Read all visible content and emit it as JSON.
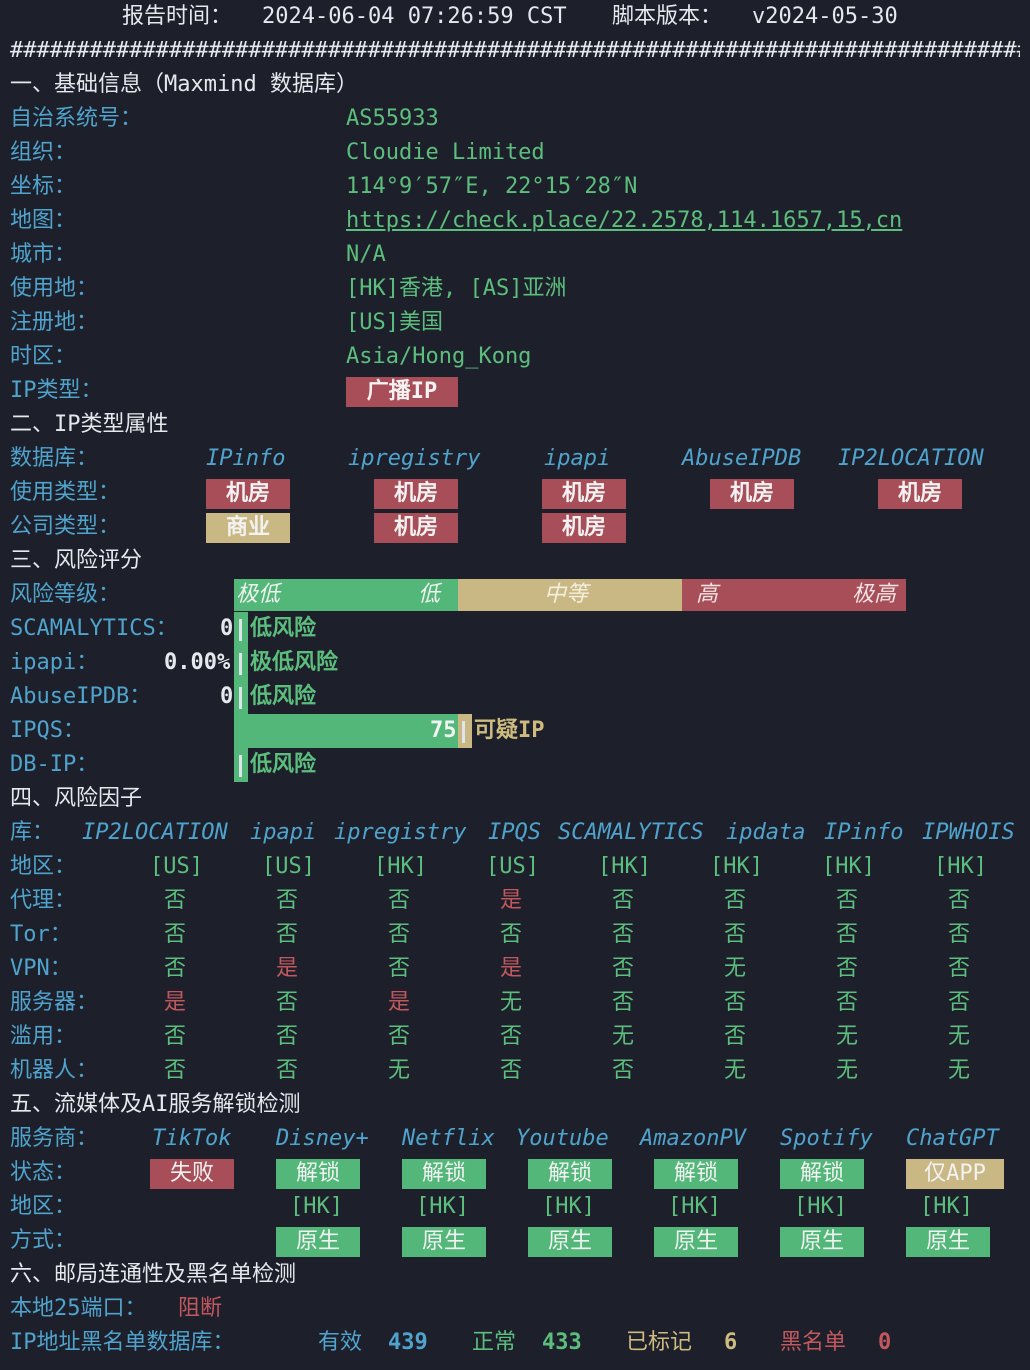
{
  "header": {
    "report_time_label": "报告时间：",
    "report_time": "2024-06-04 07:26:59 CST",
    "script_version_label": "脚本版本：",
    "script_version": "v2024-05-30",
    "separator": "#################################################################################################"
  },
  "basic": {
    "title": "一、基础信息（Maxmind 数据库）",
    "rows": [
      {
        "label": "自治系统号：",
        "value": "AS55933"
      },
      {
        "label": "组织：",
        "value": "Cloudie Limited"
      },
      {
        "label": "坐标：",
        "value": "114°9′57″E, 22°15′28″N"
      },
      {
        "label": "地图：",
        "value": "https://check.place/22.2578,114.1657,15,cn"
      },
      {
        "label": "城市：",
        "value": "N/A"
      },
      {
        "label": "使用地：",
        "value": "[HK]香港, [AS]亚洲"
      },
      {
        "label": "注册地：",
        "value": "[US]美国"
      },
      {
        "label": "时区：",
        "value": "Asia/Hong_Kong"
      },
      {
        "label": "IP类型：",
        "value": "广播IP"
      }
    ]
  },
  "iptype": {
    "title": "二、IP类型属性",
    "db_label": "数据库：",
    "dbs": [
      "IPinfo",
      "ipregistry",
      "ipapi",
      "AbuseIPDB",
      "IP2LOCATION"
    ],
    "usage_label": "使用类型：",
    "usage": [
      "机房",
      "机房",
      "机房",
      "机房",
      "机房"
    ],
    "company_label": "公司类型：",
    "company": [
      "商业",
      "机房",
      "机房"
    ]
  },
  "risk": {
    "title": "三、风险评分",
    "level_label": "风险等级：",
    "levels": [
      "极低",
      "低",
      "中等",
      "高",
      "极高"
    ],
    "scores": [
      {
        "label": "SCAMALYTICS：",
        "value": "0",
        "verdict": "低风险"
      },
      {
        "label": "ipapi：",
        "value": "0.00%",
        "verdict": "极低风险"
      },
      {
        "label": "AbuseIPDB：",
        "value": "0",
        "verdict": "低风险"
      },
      {
        "label": "IPQS：",
        "value": "75",
        "verdict": "可疑IP"
      },
      {
        "label": "DB-IP：",
        "value": "",
        "verdict": "低风险"
      }
    ]
  },
  "factors": {
    "title": "四、风险因子",
    "lib_label": "库：",
    "dbs": [
      "IP2LOCATION",
      "ipapi",
      "ipregistry",
      "IPQS",
      "SCAMALYTICS",
      "ipdata",
      "IPinfo",
      "IPWHOIS"
    ],
    "rows": [
      {
        "label": "地区：",
        "values": [
          "[US]",
          "[US]",
          "[HK]",
          "[US]",
          "[HK]",
          "[HK]",
          "[HK]",
          "[HK]"
        ]
      },
      {
        "label": "代理：",
        "values": [
          "否",
          "否",
          "否",
          "是",
          "否",
          "否",
          "否",
          "否"
        ]
      },
      {
        "label": "Tor：",
        "values": [
          "否",
          "否",
          "否",
          "否",
          "否",
          "否",
          "否",
          "否"
        ]
      },
      {
        "label": "VPN：",
        "values": [
          "否",
          "是",
          "否",
          "是",
          "否",
          "无",
          "否",
          "否"
        ]
      },
      {
        "label": "服务器：",
        "values": [
          "是",
          "否",
          "是",
          "无",
          "否",
          "否",
          "否",
          "否"
        ]
      },
      {
        "label": "滥用：",
        "values": [
          "否",
          "否",
          "否",
          "否",
          "无",
          "否",
          "无",
          "无"
        ]
      },
      {
        "label": "机器人：",
        "values": [
          "否",
          "否",
          "无",
          "否",
          "否",
          "无",
          "无",
          "无"
        ]
      }
    ]
  },
  "media": {
    "title": "五、流媒体及AI服务解锁检测",
    "provider_label": "服务商：",
    "providers": [
      "TikTok",
      "Disney+",
      "Netflix",
      "Youtube",
      "AmazonPV",
      "Spotify",
      "ChatGPT"
    ],
    "status_label": "状态：",
    "status": [
      "失败",
      "解锁",
      "解锁",
      "解锁",
      "解锁",
      "解锁",
      "仅APP"
    ],
    "region_label": "地区：",
    "regions": [
      "",
      "[HK]",
      "[HK]",
      "[HK]",
      "[HK]",
      "[HK]",
      "[HK]"
    ],
    "mode_label": "方式：",
    "modes": [
      "",
      "原生",
      "原生",
      "原生",
      "原生",
      "原生",
      "原生"
    ]
  },
  "mail": {
    "title": "六、邮局连通性及黑名单检测",
    "port_label": "本地25端口：",
    "port_value": "阻断",
    "bl_label": "IP地址黑名单数据库：",
    "valid_label": "有效",
    "valid": "439",
    "normal_label": "正常",
    "normal": "433",
    "marked_label": "已标记",
    "marked": "6",
    "black_label": "黑名单",
    "black": "0"
  },
  "colors": {
    "background": "#1d202b",
    "label_blue": "#4fa3cc",
    "green": "#5cbe7c",
    "red": "#c2585e",
    "yellow": "#cdbb80",
    "block_red": "#a84e58",
    "block_green": "#52b779",
    "block_yellow": "#c9b884"
  }
}
